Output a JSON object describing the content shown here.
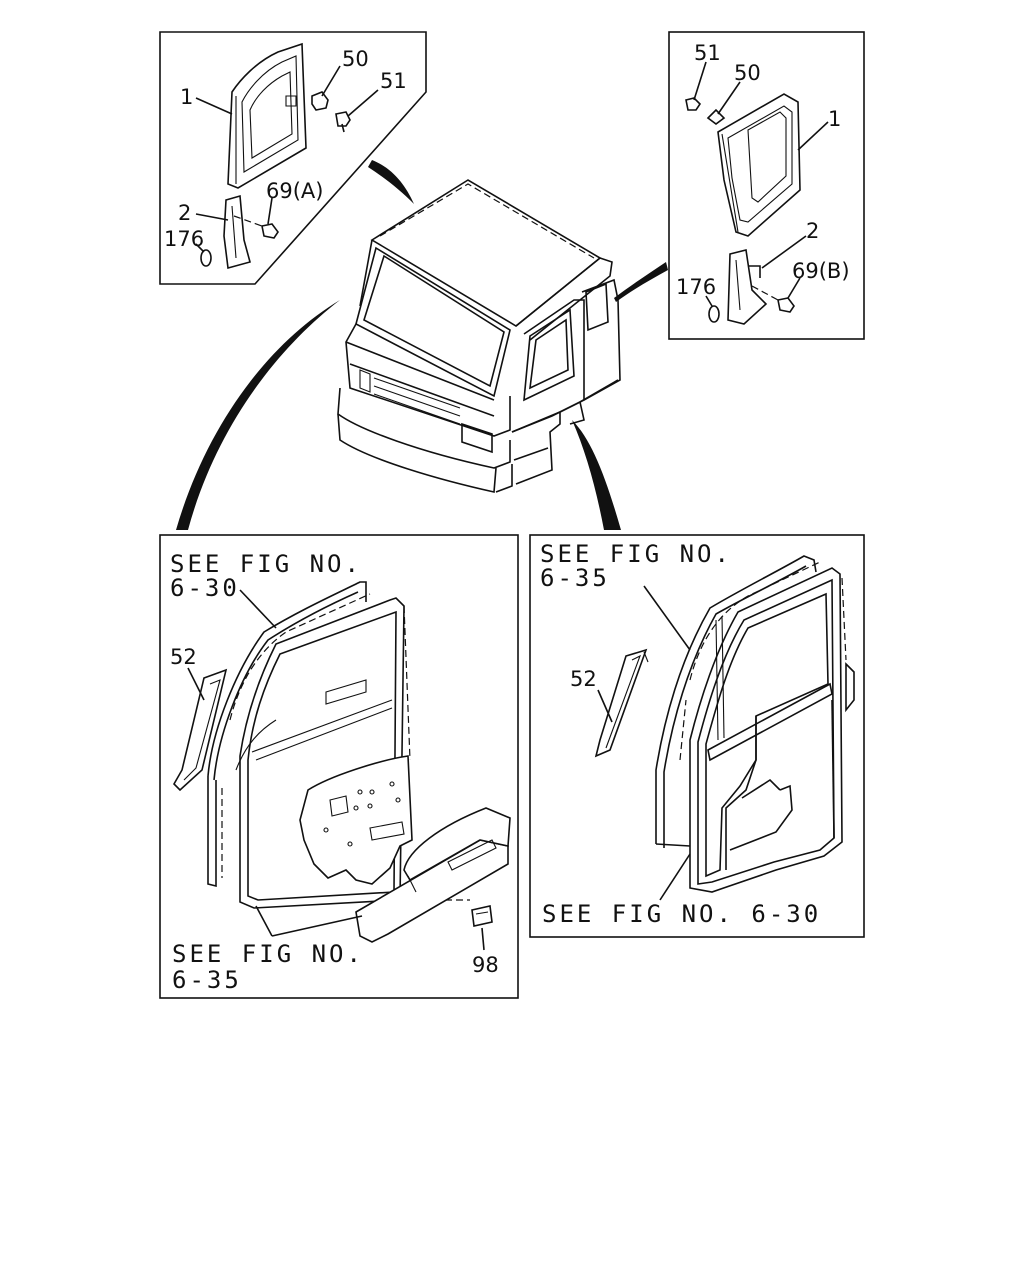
{
  "labels": {
    "tl_1": "1",
    "tl_50": "50",
    "tl_51": "51",
    "tl_2": "2",
    "tl_176": "176",
    "tl_69a": "69(A)",
    "tr_51": "51",
    "tr_50": "50",
    "tr_1": "1",
    "tr_2": "2",
    "tr_176": "176",
    "tr_69b": "69(B)",
    "bl_52": "52",
    "bl_98": "98",
    "br_52": "52"
  },
  "references": {
    "bl_top_line1": "SEE FIG NO.",
    "bl_top_line2": "6-30",
    "bl_bottom_line1": "SEE FIG NO.",
    "bl_bottom_line2": "6-35",
    "br_top_line1": "SEE FIG NO.",
    "br_top_line2": "6-35",
    "br_bottom": "SEE FIG NO. 6-30"
  }
}
